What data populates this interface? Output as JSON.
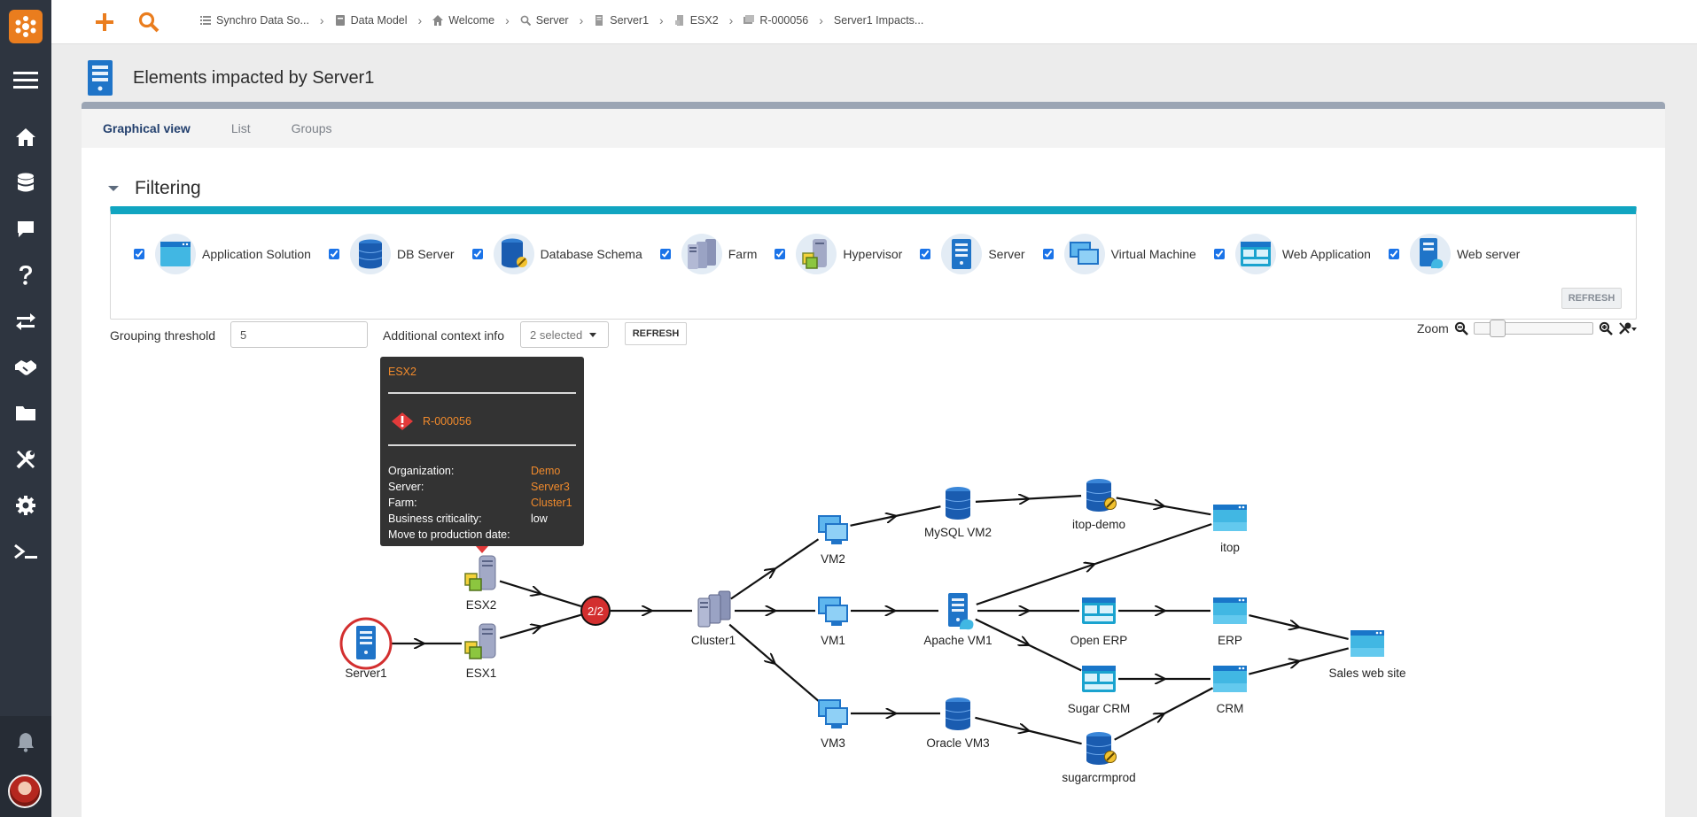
{
  "app": {
    "colors": {
      "accent": "#ea7d1e",
      "sidebar": "#2e3540",
      "filter_bar": "#11a5c1",
      "critical": "#d32f2f"
    }
  },
  "sidebar": {
    "items": [
      {
        "icon": "menu-icon"
      },
      {
        "icon": "home-icon"
      },
      {
        "icon": "database-icon"
      },
      {
        "icon": "chat-icon"
      },
      {
        "icon": "help-icon"
      },
      {
        "icon": "transfer-icon"
      },
      {
        "icon": "handshake-icon"
      },
      {
        "icon": "folder-icon"
      },
      {
        "icon": "tools-icon"
      },
      {
        "icon": "gear-icon"
      },
      {
        "icon": "terminal-icon"
      }
    ],
    "bottom": [
      {
        "icon": "bell-icon"
      },
      {
        "icon": "avatar"
      }
    ]
  },
  "topbar": {
    "breadcrumb": [
      {
        "label": "Synchro Data So...",
        "icon": "list-icon"
      },
      {
        "label": "Data Model",
        "icon": "book-icon"
      },
      {
        "label": "Welcome",
        "icon": "home-icon"
      },
      {
        "label": "Server",
        "icon": "search-icon"
      },
      {
        "label": "Server1",
        "icon": "server-icon"
      },
      {
        "label": "ESX2",
        "icon": "server-icon"
      },
      {
        "label": "R-000056",
        "icon": "ticket-icon"
      },
      {
        "label": "Server1 Impacts...",
        "icon": ""
      }
    ]
  },
  "page": {
    "title": "Elements impacted by Server1"
  },
  "tabs": [
    {
      "label": "Graphical view",
      "active": true
    },
    {
      "label": "List",
      "active": false
    },
    {
      "label": "Groups",
      "active": false
    }
  ],
  "filtering": {
    "title": "Filtering",
    "items": [
      {
        "label": "Application Solution",
        "checked": true,
        "icon": "application-solution-icon"
      },
      {
        "label": "DB Server",
        "checked": true,
        "icon": "db-server-icon"
      },
      {
        "label": "Database Schema",
        "checked": true,
        "icon": "database-schema-icon"
      },
      {
        "label": "Farm",
        "checked": true,
        "icon": "farm-icon"
      },
      {
        "label": "Hypervisor",
        "checked": true,
        "icon": "hypervisor-icon"
      },
      {
        "label": "Server",
        "checked": true,
        "icon": "server-icon"
      },
      {
        "label": "Virtual Machine",
        "checked": true,
        "icon": "virtual-machine-icon"
      },
      {
        "label": "Web Application",
        "checked": true,
        "icon": "web-application-icon"
      },
      {
        "label": "Web server",
        "checked": true,
        "icon": "web-server-icon"
      }
    ],
    "refresh_label": "REFRESH"
  },
  "options": {
    "grouping_threshold_label": "Grouping threshold",
    "grouping_threshold_value": "5",
    "context_label": "Additional context info",
    "context_value": "2 selected",
    "refresh_label": "REFRESH",
    "zoom_label": "Zoom",
    "zoom_level": 0.15
  },
  "graph": {
    "nodes": [
      {
        "id": "server1",
        "label": "Server1",
        "type": "server",
        "highlighted": true
      },
      {
        "id": "esx1",
        "label": "ESX1",
        "type": "hypervisor"
      },
      {
        "id": "esx2",
        "label": "ESX2",
        "type": "hypervisor"
      },
      {
        "id": "group",
        "label": "2/2",
        "type": "group"
      },
      {
        "id": "cluster1",
        "label": "Cluster1",
        "type": "farm"
      },
      {
        "id": "vm1",
        "label": "VM1",
        "type": "vm"
      },
      {
        "id": "vm2",
        "label": "VM2",
        "type": "vm"
      },
      {
        "id": "vm3",
        "label": "VM3",
        "type": "vm"
      },
      {
        "id": "mysql",
        "label": "MySQL VM2",
        "type": "db-server"
      },
      {
        "id": "apache",
        "label": "Apache VM1",
        "type": "web-server"
      },
      {
        "id": "oracle",
        "label": "Oracle VM3",
        "type": "db-server"
      },
      {
        "id": "itopdemo",
        "label": "itop-demo",
        "type": "db-schema"
      },
      {
        "id": "openerp",
        "label": "Open ERP",
        "type": "web-app"
      },
      {
        "id": "sugarcrm",
        "label": "Sugar CRM",
        "type": "web-app"
      },
      {
        "id": "sugarcrmprod",
        "label": "sugarcrmprod",
        "type": "db-schema"
      },
      {
        "id": "itop",
        "label": "itop",
        "type": "app-solution"
      },
      {
        "id": "erp",
        "label": "ERP",
        "type": "app-solution"
      },
      {
        "id": "crm",
        "label": "CRM",
        "type": "app-solution"
      },
      {
        "id": "salesweb",
        "label": "Sales web site",
        "type": "app-solution"
      }
    ],
    "edges": [
      [
        "server1",
        "esx1"
      ],
      [
        "esx1",
        "group"
      ],
      [
        "esx2",
        "group"
      ],
      [
        "group",
        "cluster1"
      ],
      [
        "cluster1",
        "vm2"
      ],
      [
        "cluster1",
        "vm1"
      ],
      [
        "cluster1",
        "vm3"
      ],
      [
        "vm2",
        "mysql"
      ],
      [
        "vm1",
        "apache"
      ],
      [
        "vm3",
        "oracle"
      ],
      [
        "mysql",
        "itopdemo"
      ],
      [
        "itopdemo",
        "itop"
      ],
      [
        "apache",
        "itop"
      ],
      [
        "apache",
        "openerp"
      ],
      [
        "apache",
        "sugarcrm"
      ],
      [
        "openerp",
        "erp"
      ],
      [
        "sugarcrm",
        "crm"
      ],
      [
        "oracle",
        "sugarcrmprod"
      ],
      [
        "sugarcrmprod",
        "crm"
      ],
      [
        "erp",
        "salesweb"
      ],
      [
        "crm",
        "salesweb"
      ]
    ]
  },
  "tooltip": {
    "title": "ESX2",
    "ticket": "R-000056",
    "rows": [
      {
        "key": "Organization:",
        "value": "Demo",
        "link": true
      },
      {
        "key": "Server:",
        "value": "Server3",
        "link": true
      },
      {
        "key": "Farm:",
        "value": "Cluster1",
        "link": true
      },
      {
        "key": "Business criticality:",
        "value": "low",
        "link": false
      },
      {
        "key": "Move to production date:",
        "value": "",
        "link": false
      }
    ]
  }
}
